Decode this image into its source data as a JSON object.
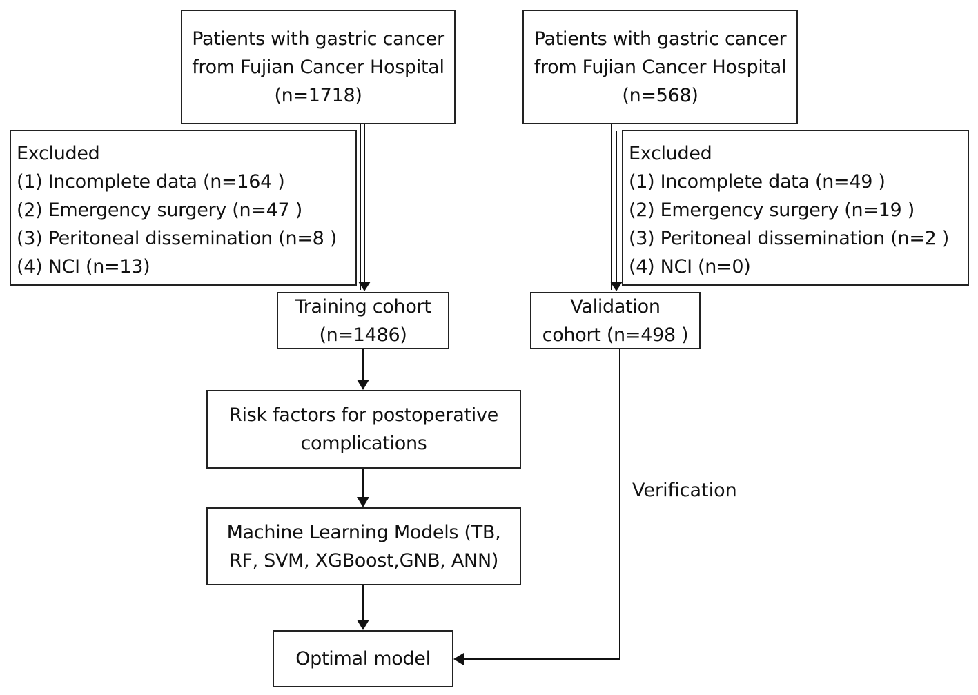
{
  "left_source": {
    "lines": [
      "Patients with gastric cancer",
      "from Fujian Cancer Hospital",
      "(n=1718)"
    ]
  },
  "right_source": {
    "lines": [
      "Patients with gastric cancer",
      "from Fujian Cancer Hospital",
      "(n=568)"
    ]
  },
  "left_excluded": {
    "lines": [
      "Excluded",
      "(1) Incomplete data (n=164 )",
      "(2) Emergency surgery (n=47 )",
      "(3) Peritoneal dissemination (n=8 )",
      "(4) NCI (n=13)"
    ]
  },
  "right_excluded": {
    "lines": [
      "Excluded",
      "(1) Incomplete data (n=49 )",
      "(2) Emergency surgery (n=19 )",
      "(3) Peritoneal dissemination (n=2 )",
      "(4) NCI (n=0)"
    ]
  },
  "training": {
    "lines": [
      "Training cohort",
      "(n=1486)"
    ]
  },
  "validation": {
    "lines": [
      "Validation",
      "cohort (n=498 )"
    ]
  },
  "risk": {
    "lines": [
      "Risk factors for postoperative",
      "complications"
    ]
  },
  "ml": {
    "lines": [
      "Machine Learning Models (TB,",
      "RF, SVM, XGBoost,GNB, ANN)"
    ]
  },
  "optimal": {
    "lines": [
      "Optimal model"
    ]
  },
  "verification_label": "Verification"
}
